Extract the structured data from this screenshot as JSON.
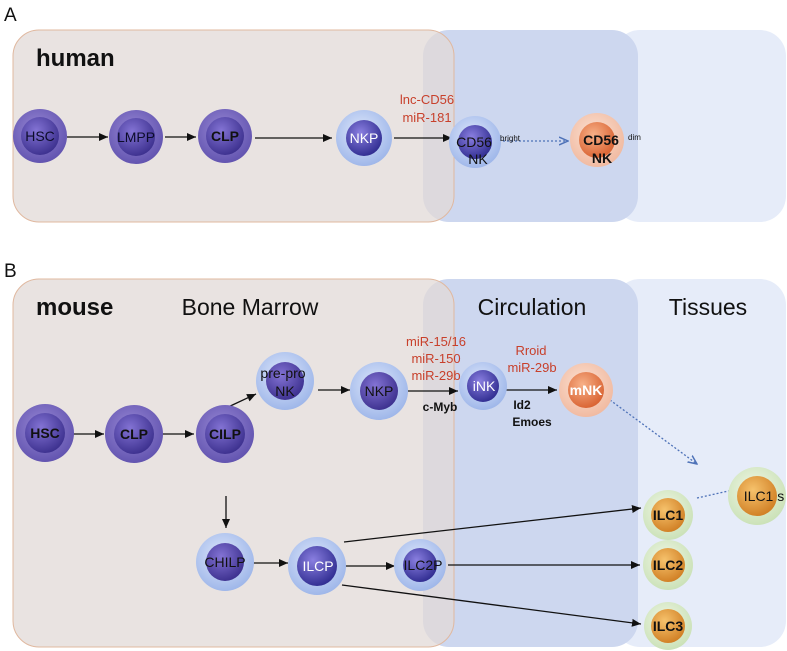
{
  "panels": {
    "a": "A",
    "b": "B"
  },
  "human": {
    "species": "human",
    "cells": {
      "hsc": "HSC",
      "lmpp": "LMPP",
      "clp": "CLP",
      "nkp": "NKP",
      "cd56_bright_main": "CD56",
      "cd56_bright_sup": "bright",
      "cd56_bright_sub": "NK",
      "cd56_dim_main": "CD56",
      "cd56_dim_sup": "dim",
      "cd56_dim_sub": "NK"
    },
    "regulators": [
      "lnc-CD56",
      "miR-181"
    ]
  },
  "mouse": {
    "species": "mouse",
    "regions": {
      "bone_marrow": "Bone Marrow",
      "circulation": "Circulation",
      "tissues": "Tissues"
    },
    "cells": {
      "hsc": "HSC",
      "clp": "CLP",
      "cilp": "CILP",
      "prepro_line1": "pre-pro",
      "prepro_line2": "NK",
      "nkp": "NKP",
      "ink": "iNK",
      "mnk": "mNK",
      "chilp": "CHILP",
      "ilcp": "ILCP",
      "ilc2p": "ILC2P",
      "ilc1": "ILC1",
      "ilc2": "ILC2",
      "ilc3": "ILC3",
      "ilc1s": "ILC1 s"
    },
    "regulators_nkp_ink": [
      "miR-15/16",
      "miR-150",
      "miR-29b"
    ],
    "regulators_ink_mnk": [
      "Rroid",
      "miR-29b"
    ],
    "tf_nkp_ink": "c-Myb",
    "tf_ink_mnk": [
      "Id2",
      "Emoes"
    ]
  },
  "colors": {
    "bone_marrow_fill": "#e5dedb",
    "bone_marrow_border": "#e0b49c",
    "circulation_fill": "#cfd8ee",
    "tissue_fill": "#e5ecfa",
    "progenitor_purple": "#5b4db0",
    "precursor_blue": "#9fb9ea",
    "mature_orange": "#f3c0a6",
    "ilc_green": "#d6e9c6",
    "ilc_core": "#e09a3c",
    "regulator_text": "#c8402b"
  }
}
